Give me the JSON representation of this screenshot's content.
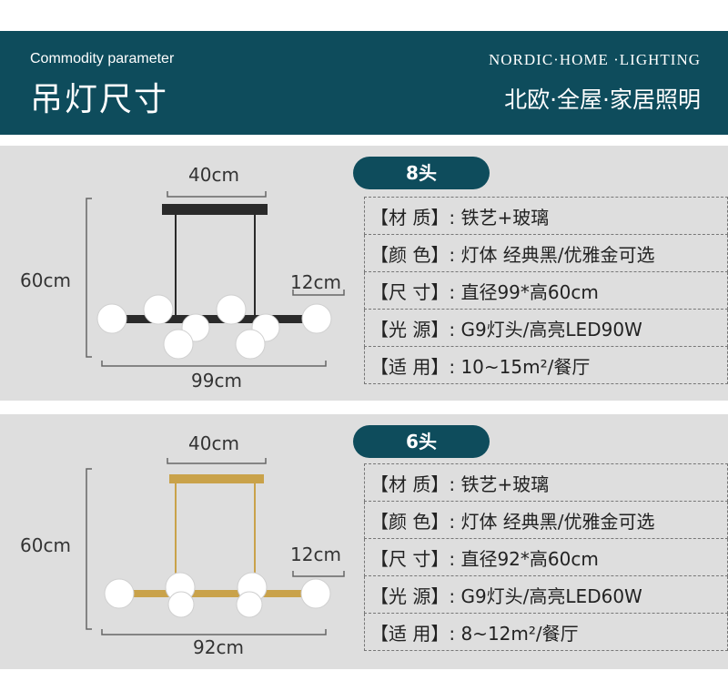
{
  "header": {
    "subtitle_en": "Commodity parameter",
    "title_zh": "吊灯尺寸",
    "brand_en": "NORDIC·HOME ·LIGHTING",
    "brand_zh": "北欧·全屋·家居照明"
  },
  "products": [
    {
      "heads": "8头",
      "dims": {
        "width": "40cm",
        "height": "60cm",
        "side": "12cm",
        "length": "99cm"
      },
      "specs": [
        {
          "label": "【材 质】",
          "value": ": 铁艺+玻璃"
        },
        {
          "label": "【颜 色】",
          "value": ": 灯体 经典黑/优雅金可选"
        },
        {
          "label": "【尺 寸】",
          "value": ": 直径99*高60cm"
        },
        {
          "label": "【光 源】",
          "value": ": G9灯头/高亮LED90W"
        },
        {
          "label": "【适 用】",
          "value": ": 10~15m²/餐厅"
        }
      ],
      "color": "#2a2a2a"
    },
    {
      "heads": "6头",
      "dims": {
        "width": "40cm",
        "height": "60cm",
        "side": "12cm",
        "length": "92cm"
      },
      "specs": [
        {
          "label": "【材 质】",
          "value": ": 铁艺+玻璃"
        },
        {
          "label": "【颜 色】",
          "value": ": 灯体 经典黑/优雅金可选"
        },
        {
          "label": "【尺 寸】",
          "value": ": 直径92*高60cm"
        },
        {
          "label": "【光 源】",
          "value": ": G9灯头/高亮LED60W"
        },
        {
          "label": "【适 用】",
          "value": ": 8~12m²/餐厅"
        }
      ],
      "color": "#c9a24a"
    }
  ]
}
